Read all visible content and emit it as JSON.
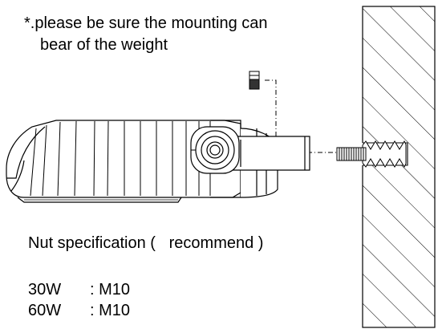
{
  "note": {
    "line1": "*.please be sure the mounting can",
    "line2": "bear of the weight"
  },
  "spec": {
    "title": "Nut specification (   recommend )",
    "rows": [
      {
        "wattage": "30W",
        "thread": ": M10"
      },
      {
        "wattage": "60W",
        "thread": ": M10"
      }
    ]
  }
}
